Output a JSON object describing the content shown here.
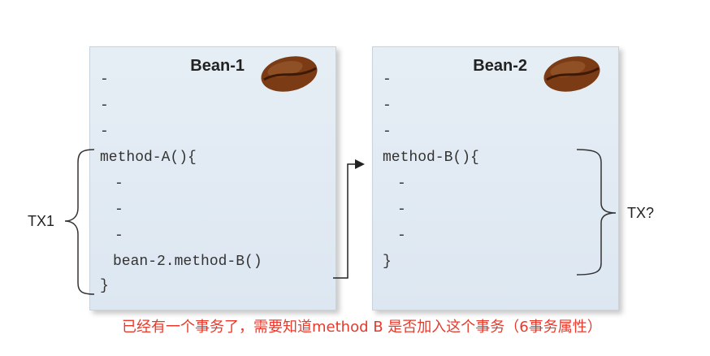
{
  "bean1": {
    "title": "Bean-1",
    "dashes": [
      "-",
      "-",
      "-"
    ],
    "method_header": "method-A(){",
    "inner_dashes": [
      "-",
      "-",
      "-"
    ],
    "call_line": "bean-2.method-B()",
    "close_brace": "}"
  },
  "bean2": {
    "title": "Bean-2",
    "dashes": [
      "-",
      "-",
      "-"
    ],
    "method_header": "method-B(){",
    "inner_dashes": [
      "-",
      "-",
      "-"
    ],
    "close_brace": "}"
  },
  "tx1_label": "TX1",
  "tx2_label": "TX?",
  "note": "已经有一个事务了，需要知道method B 是否加入这个事务（6事务属性）",
  "colors": {
    "note": "#e8392b",
    "panel": "#e2ebf3",
    "bean": "#7a3b15"
  },
  "icons": [
    "coffee-bean-icon",
    "brace-icon",
    "arrow-icon"
  ]
}
